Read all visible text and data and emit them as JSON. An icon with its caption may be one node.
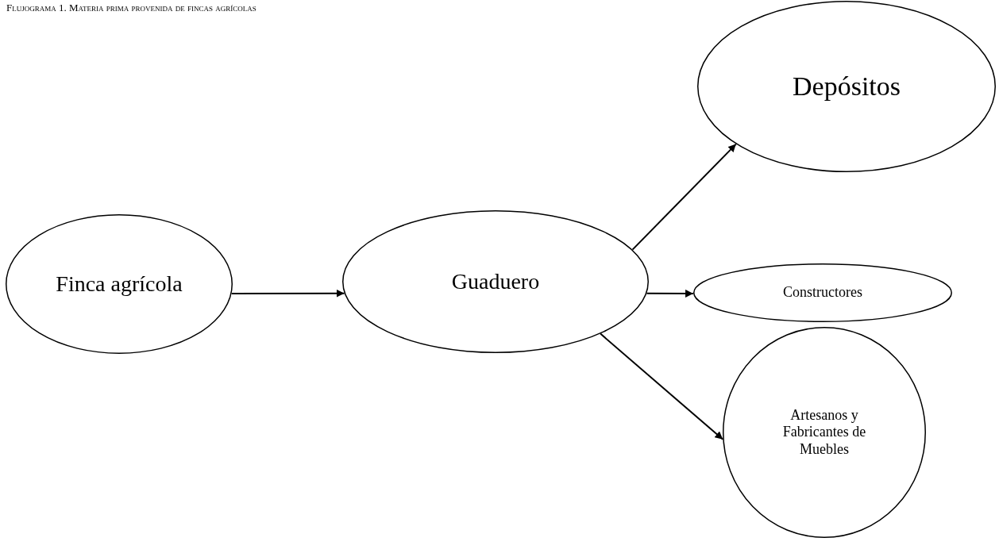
{
  "diagram": {
    "title": "Flujograma 1. Materia prima provenida de fincas agrícolas",
    "nodes": [
      {
        "text": [
          "Finca agrícola"
        ]
      },
      {
        "text": [
          "Guaduero"
        ]
      },
      {
        "text": [
          "Depósitos"
        ]
      },
      {
        "text": [
          "Constructores"
        ]
      },
      {
        "text": [
          "Artesanos y Fabricantes de Muebles"
        ]
      }
    ],
    "edges": [
      {
        "from": 0,
        "to": 1,
        "arrow": "to"
      },
      {
        "from": 1,
        "to": 2,
        "arrow": "to"
      },
      {
        "from": 1,
        "to": 3,
        "arrow": "to"
      },
      {
        "from": 1,
        "to": 4,
        "arrow": "to"
      }
    ]
  }
}
